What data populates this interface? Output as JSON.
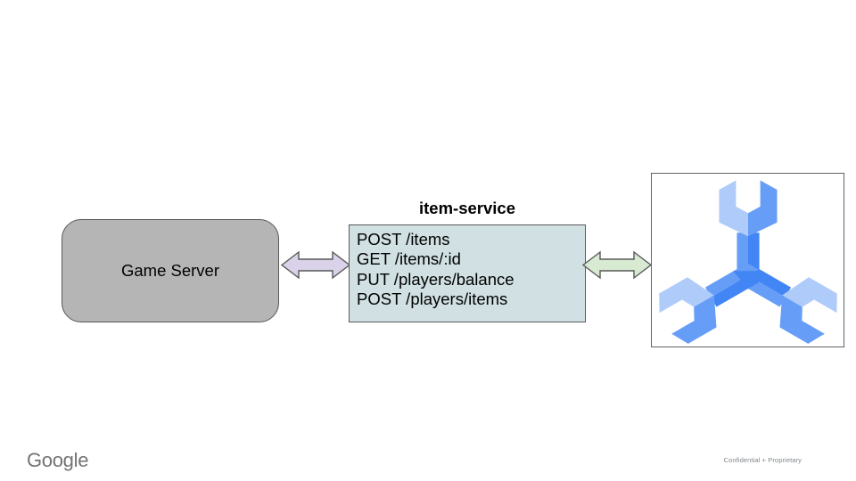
{
  "footer": {
    "brand": "Google",
    "confidential": "Confidential + Proprietary"
  },
  "diagram": {
    "game_server": {
      "label": "Game Server",
      "fill": "#b5b5b5",
      "border": "#595959"
    },
    "item_service": {
      "title": "item-service",
      "fill": "#d0e0e3",
      "border": "#595959",
      "endpoints": [
        "POST /items",
        "GET /items/:id",
        "PUT /players/balance",
        "POST /players/items"
      ]
    },
    "arrows": [
      {
        "id": "game-to-itemservice",
        "direction": "bidirectional",
        "fill": "#d9d2e9",
        "border": "#595959"
      },
      {
        "id": "itemservice-to-spanner",
        "direction": "bidirectional",
        "fill": "#d9ead3",
        "border": "#595959"
      }
    ],
    "spanner_icon": {
      "label": "cloud-spanner-logo",
      "light": "#aecbfa",
      "mid": "#669df6",
      "dark": "#4285f4",
      "box_border": "#5f6368"
    }
  }
}
